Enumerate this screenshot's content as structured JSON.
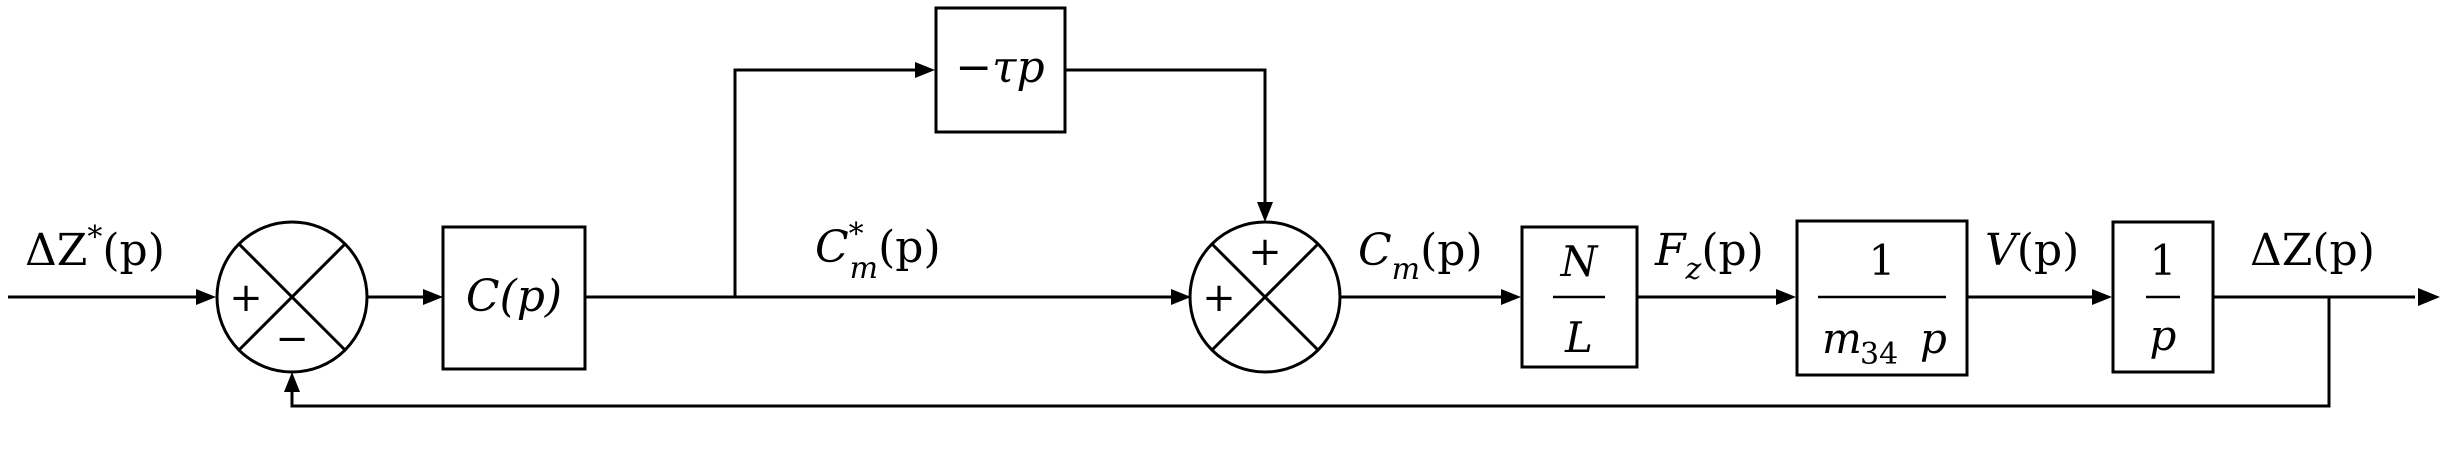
{
  "signals": {
    "input": {
      "prefix": "ΔZ",
      "sup": "*",
      "arg": "(p)"
    },
    "cm_star": {
      "base": "C",
      "sub": "m",
      "sup": "*",
      "arg": "(p)"
    },
    "cm": {
      "base": "C",
      "sub": "m",
      "arg": "(p)"
    },
    "fz": {
      "base": "F",
      "sub": "z",
      "arg": "(p)"
    },
    "v": {
      "base": "V",
      "arg": "(p)"
    },
    "output": {
      "prefix": "ΔZ",
      "arg": "(p)"
    }
  },
  "blocks": {
    "controller": {
      "label": "C(p)"
    },
    "anticipation": {
      "label": "−τp"
    },
    "gain": {
      "numerator": "N",
      "denominator": "L"
    },
    "mass": {
      "numerator": "1",
      "den_base": "m",
      "den_sub": "34",
      "den_var": "p"
    },
    "integrator": {
      "numerator": "1",
      "denominator": "p"
    }
  },
  "summers": {
    "first": {
      "left_sign": "+",
      "bottom_sign": "−"
    },
    "second": {
      "top_sign": "+",
      "left_sign": "+"
    }
  }
}
